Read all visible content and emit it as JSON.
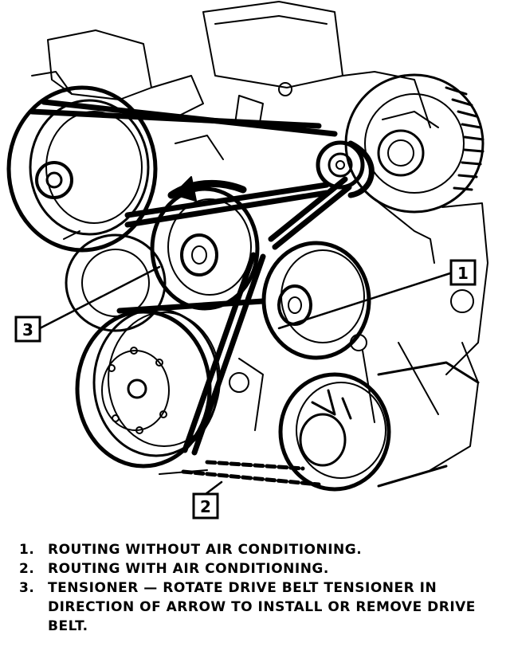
{
  "callouts": [
    {
      "number": "1"
    },
    {
      "number": "2"
    },
    {
      "number": "3"
    }
  ],
  "legend": [
    {
      "number": "1.",
      "text": "ROUTING WITHOUT AIR CONDITIONING."
    },
    {
      "number": "2.",
      "text": "ROUTING WITH AIR CONDITIONING."
    },
    {
      "number": "3.",
      "text": "TENSIONER — ROTATE DRIVE BELT TENSIONER IN DIRECTION OF ARROW TO INSTALL OR REMOVE DRIVE BELT."
    }
  ],
  "colors": {
    "ink": "#000000",
    "paper": "#ffffff"
  }
}
